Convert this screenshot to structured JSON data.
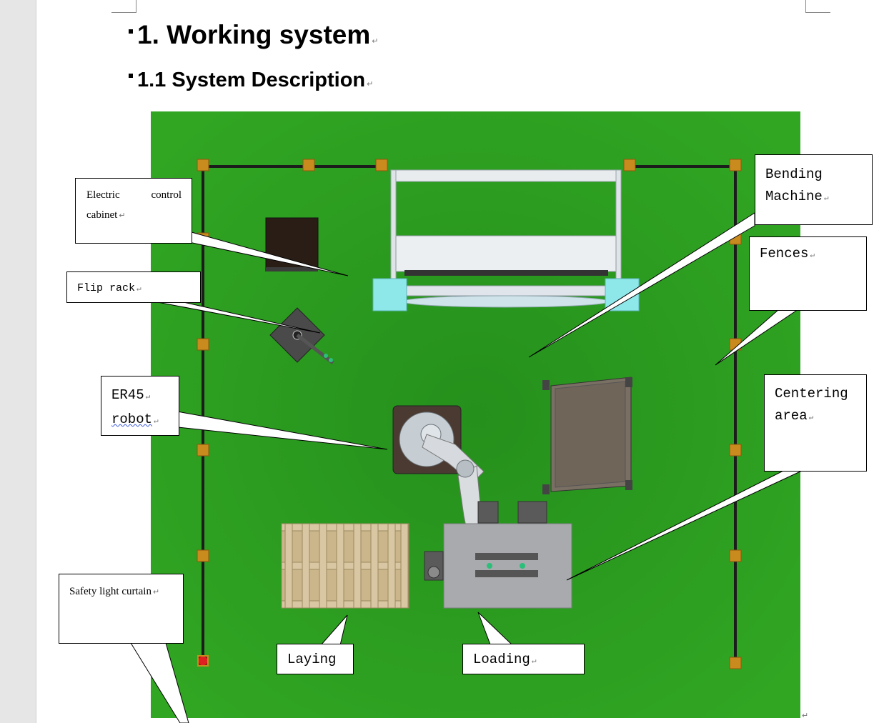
{
  "document": {
    "heading_1": "1. Working system",
    "heading_2": "1.1 System Description",
    "paragraph_mark": "↵"
  },
  "colors": {
    "floor": "#2e9f22",
    "fence": "#1c1c1c",
    "fence_post": "#c98a1e",
    "guard": "#8ee8ea",
    "emergency_stop": "#e02020"
  },
  "callouts": {
    "electric_cabinet": {
      "line1_a": "Electric",
      "line1_b": "control",
      "line2": "cabinet"
    },
    "flip_rack": {
      "label": "Flip rack"
    },
    "robot": {
      "line1": "ER45",
      "line2": "robot"
    },
    "safety_light_curtain": {
      "label": "Safety light curtain"
    },
    "bending_machine": {
      "line1": "Bending",
      "line2": "Machine"
    },
    "fences": {
      "label": "Fences"
    },
    "centering_area": {
      "line1": "Centering",
      "line2": "area"
    },
    "laying": {
      "label": "Laying"
    },
    "loading": {
      "label": "Loading"
    }
  }
}
